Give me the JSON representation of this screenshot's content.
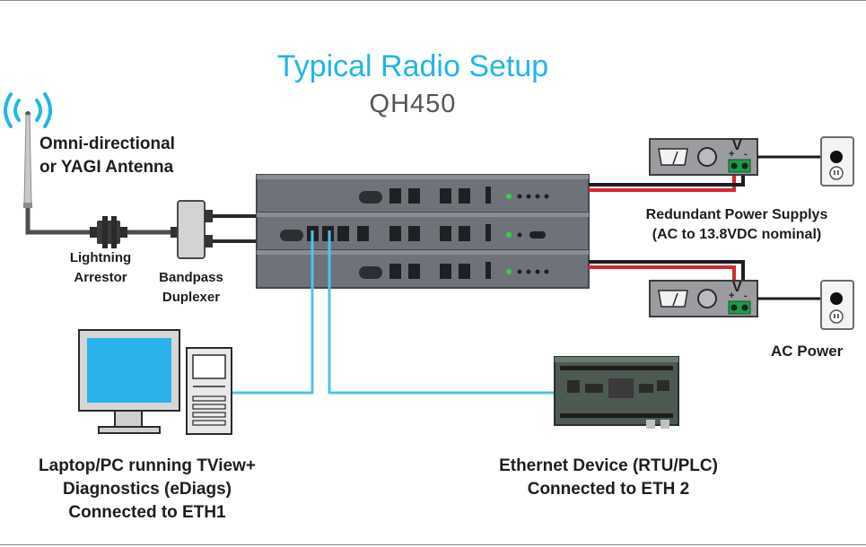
{
  "title": "Typical Radio Setup",
  "subtitle": "QH450",
  "antenna": {
    "line1": "Omni-directional",
    "line2": "or YAGI Antenna"
  },
  "arrestor": {
    "line1": "Lightning",
    "line2": "Arrestor"
  },
  "duplexer": {
    "line1": "Bandpass",
    "line2": "Duplexer"
  },
  "power_supplies": {
    "line1": "Redundant Power Supplys",
    "line2": "(AC to 13.8VDC nominal)",
    "meter_label": "V",
    "terminal_plus": "+",
    "terminal_minus": "-"
  },
  "ac_power": {
    "label": "AC Power"
  },
  "pc": {
    "line1": "Laptop/PC running TView+",
    "line2": "Diagnostics (eDiags)",
    "line3": "Connected to ETH1"
  },
  "ethernet_device": {
    "line1": "Ethernet Device (RTU/PLC)",
    "line2": "Connected to ETH 2"
  },
  "colors": {
    "accent": "#21b6e6",
    "cable_blue": "#4fc3ec",
    "power_red": "#d8262e",
    "chassis": "#6f7278",
    "terminal_green": "#1f9a49",
    "screen": "#2ab2ea",
    "pcb": "#4d5a52"
  }
}
